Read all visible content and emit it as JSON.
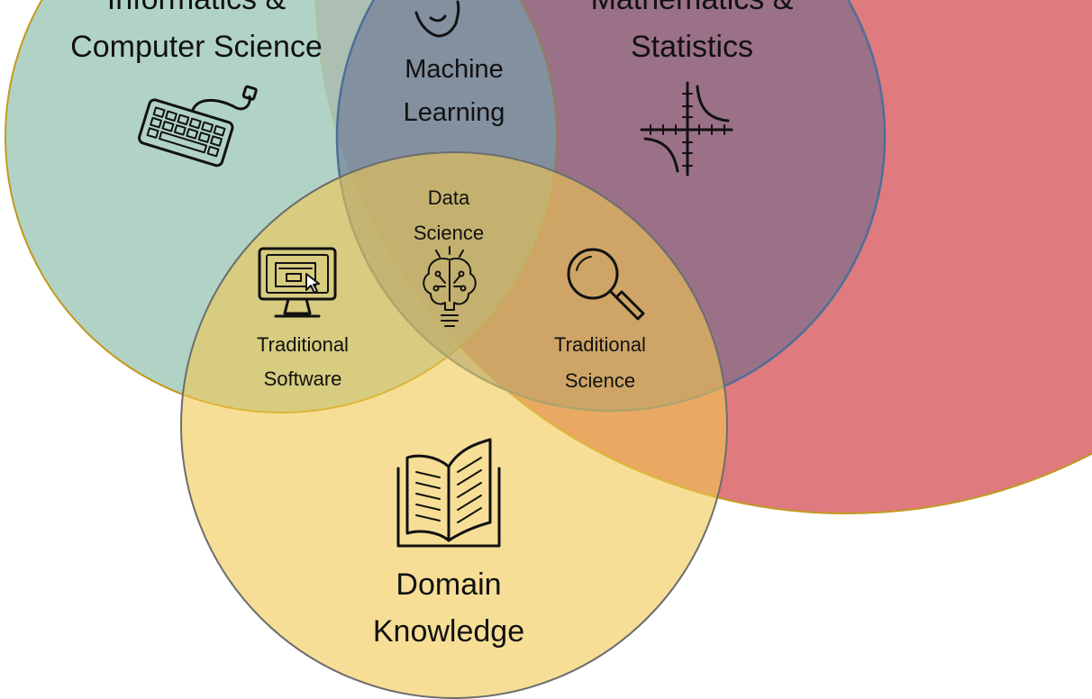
{
  "colors": {
    "page_background": "#ffffff",
    "red_region": "#db6d70",
    "computer_science_circle": "#a3cbbb",
    "statistics_circle": "#7d7f9b",
    "domain_knowledge_circle": "#f0cf6a",
    "gold_outline": "#c19a1f",
    "blue_outline": "#4e6f97",
    "gray_outline": "#6d6d6d",
    "label_text": "#111111"
  },
  "regions": {
    "computer_science": {
      "label_line1": "Informatics &",
      "label_line2": "Computer Science",
      "icon": "keyboard-icon"
    },
    "statistics": {
      "label_line1": "Mathematics &",
      "label_line2": "Statistics",
      "icon": "function-graph-icon"
    },
    "domain_knowledge": {
      "label_line1": "Domain",
      "label_line2": "Knowledge",
      "icon": "open-book-icon"
    },
    "machine_learning": {
      "label_line1": "Machine",
      "label_line2": "Learning",
      "icon": "head-profile-icon"
    },
    "traditional_software": {
      "label_line1": "Traditional",
      "label_line2": "Software",
      "icon": "monitor-cursor-icon"
    },
    "traditional_science": {
      "label_line1": "Traditional",
      "label_line2": "Science",
      "icon": "magnifier-icon"
    },
    "data_science": {
      "label_line1": "Data",
      "label_line2": "Science",
      "icon": "brain-lightbulb-icon"
    }
  }
}
